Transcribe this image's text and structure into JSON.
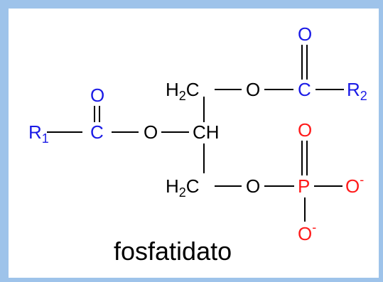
{
  "colors": {
    "blue": "#1a1ae6",
    "red": "#ff1a1a",
    "black": "#000000",
    "frame": "#9ec3ea"
  },
  "atoms": {
    "r1": "R",
    "r1_sub": "1",
    "c_left": "C",
    "o_left_carbonyl": "O",
    "o_left_ester": "O",
    "ch_center": "CH",
    "h2c_top": "H",
    "h2c_top_sub": "2",
    "h2c_top_c": "C",
    "o_top_ester": "O",
    "c_right": "C",
    "o_right_carbonyl": "O",
    "r2": "R",
    "r2_sub": "2",
    "h2c_bottom": "H",
    "h2c_bottom_sub": "2",
    "h2c_bottom_c": "C",
    "o_bottom_ester": "O",
    "p": "P",
    "o_p_double": "O",
    "o_p_right": "O",
    "o_p_right_charge": "-",
    "o_p_bottom": "O",
    "o_p_bottom_charge": "-"
  },
  "caption": "fosfatidato"
}
